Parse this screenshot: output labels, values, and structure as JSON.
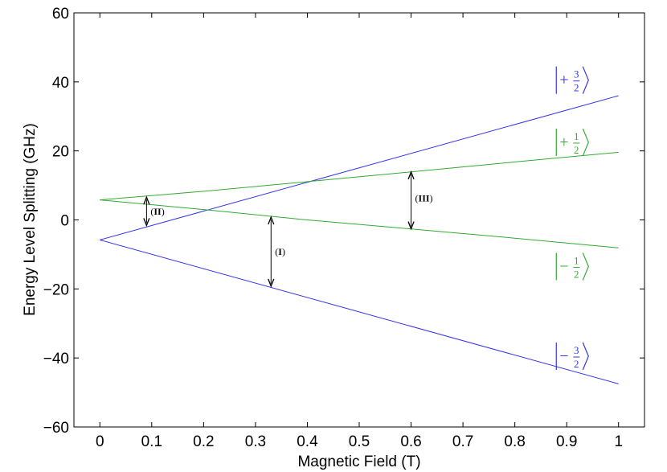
{
  "chart_data": {
    "type": "line",
    "xlabel": "Magnetic Field (T)",
    "ylabel": "Energy Level Splitting (GHz)",
    "xlim": [
      -0.05,
      1.05
    ],
    "ylim": [
      -60,
      60
    ],
    "xticks": [
      0,
      0.1,
      0.2,
      0.3,
      0.4,
      0.5,
      0.6,
      0.7,
      0.8,
      0.9,
      1
    ],
    "xtick_labels": [
      "0",
      "0.1",
      "0.2",
      "0.3",
      "0.4",
      "0.5",
      "0.6",
      "0.7",
      "0.8",
      "0.9",
      "1"
    ],
    "yticks": [
      -60,
      -40,
      -20,
      0,
      20,
      40,
      60
    ],
    "ytick_labels": [
      "−60",
      "−40",
      "−20",
      "0",
      "20",
      "40",
      "60"
    ],
    "grid": false,
    "series": [
      {
        "x": [
          0,
          1
        ],
        "y": [
          -5.8,
          36
        ],
        "color": "#3333ee"
      },
      {
        "x": [
          0,
          0.2,
          0.4,
          0.6,
          0.8,
          1
        ],
        "y": [
          5.8,
          8.3,
          11.1,
          13.9,
          16.8,
          19.6
        ],
        "color": "#33aa33"
      },
      {
        "x": [
          0,
          0.2,
          0.4,
          0.6,
          0.8,
          1
        ],
        "y": [
          5.8,
          3.0,
          0.0,
          -2.6,
          -5.3,
          -8.1
        ],
        "color": "#33aa33"
      },
      {
        "x": [
          0,
          1
        ],
        "y": [
          -5.8,
          -47.5
        ],
        "color": "#3333ee"
      }
    ],
    "state_labels": [
      {
        "sign": "+",
        "num": "3",
        "den": "2",
        "x": 0.88,
        "y": 40.5,
        "color": "#3333ee"
      },
      {
        "sign": "+",
        "num": "1",
        "den": "2",
        "x": 0.88,
        "y": 22.5,
        "color": "#33aa33"
      },
      {
        "sign": "−",
        "num": "1",
        "den": "2",
        "x": 0.88,
        "y": -13.5,
        "color": "#33aa33"
      },
      {
        "sign": "−",
        "num": "3",
        "den": "2",
        "x": 0.88,
        "y": -39.5,
        "color": "#3333ee"
      }
    ],
    "annotations": [
      {
        "roman": "II",
        "x": 0.09,
        "y1": 6.6,
        "y2": -1.6,
        "label_y": 2.5
      },
      {
        "roman": "I",
        "x": 0.33,
        "y1": 0.8,
        "y2": -19.2,
        "label_y": -9.2
      },
      {
        "roman": "III",
        "x": 0.6,
        "y1": 13.9,
        "y2": -2.6,
        "label_y": 6.3
      }
    ]
  }
}
